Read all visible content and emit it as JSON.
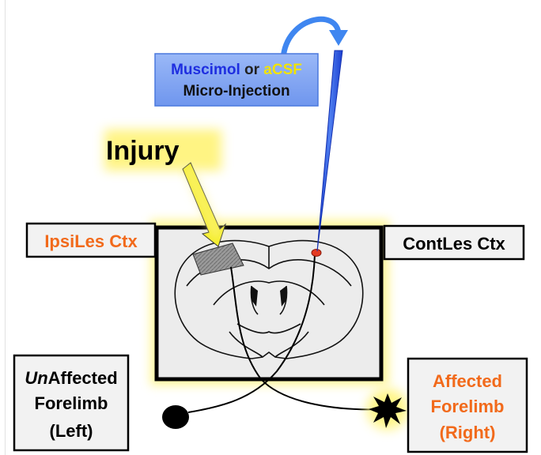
{
  "labels": {
    "injection_word1": "Muscimol",
    "injection_or": " or ",
    "injection_word2": "aCSF",
    "injection_line2": "Micro-Injection",
    "injury": "Injury",
    "ipsiles": "IpsiLes Ctx",
    "contles": "ContLes Ctx",
    "unaffected_prefix": "Un",
    "unaffected_suffix": "Affected",
    "unaffected_line2": "Forelimb",
    "unaffected_line3": "(Left)",
    "affected_line1": "Affected",
    "affected_line2": "Forelimb",
    "affected_line3": "(Right)"
  },
  "colors": {
    "muscimol_blue": "#1e2ee0",
    "acsf_yellow": "#f2e400",
    "orange_text": "#f26a1b",
    "injection_box_fill": "#7ea3f2",
    "arrow_blue": "#3f86f0",
    "glow_yellow": "#fff59a",
    "injury_arrow": "#f4ee2a",
    "lesion_gray": "#8c8c8c",
    "injection_dot": "#e53a22"
  }
}
